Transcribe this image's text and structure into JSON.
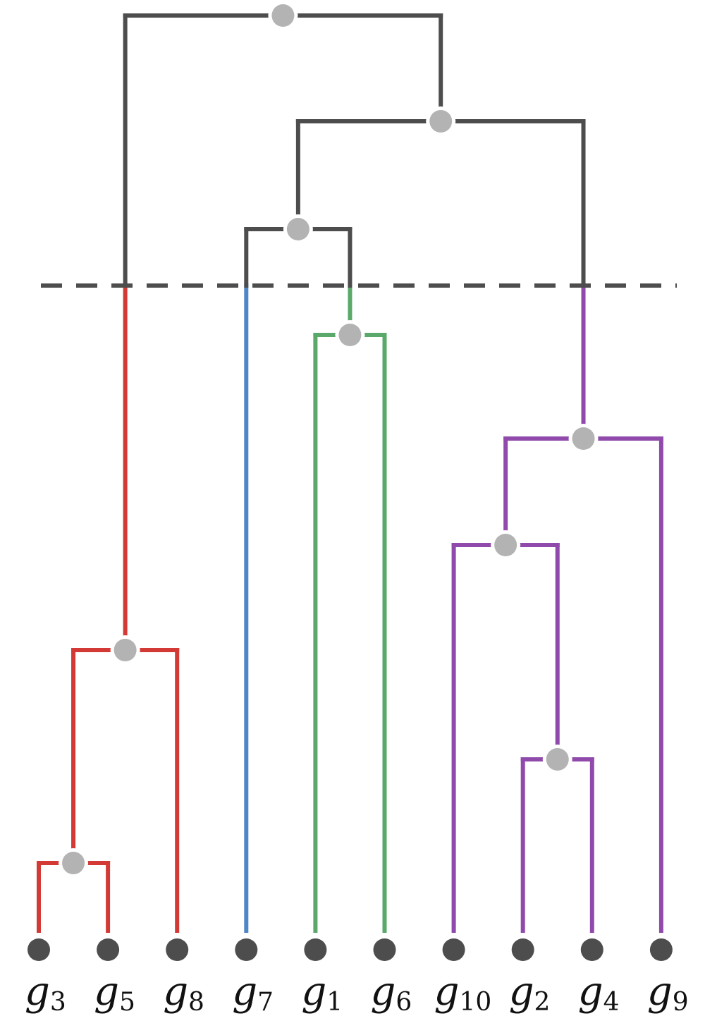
{
  "diagram": {
    "type": "dendrogram",
    "leaves": [
      {
        "id": "g3",
        "symbol": "g",
        "subscript": "3",
        "cluster": "red"
      },
      {
        "id": "g5",
        "symbol": "g",
        "subscript": "5",
        "cluster": "red"
      },
      {
        "id": "g8",
        "symbol": "g",
        "subscript": "8",
        "cluster": "red"
      },
      {
        "id": "g7",
        "symbol": "g",
        "subscript": "7",
        "cluster": "blue"
      },
      {
        "id": "g1",
        "symbol": "g",
        "subscript": "1",
        "cluster": "green"
      },
      {
        "id": "g6",
        "symbol": "g",
        "subscript": "6",
        "cluster": "green"
      },
      {
        "id": "g10",
        "symbol": "g",
        "subscript": "10",
        "cluster": "purple"
      },
      {
        "id": "g2",
        "symbol": "g",
        "subscript": "2",
        "cluster": "purple"
      },
      {
        "id": "g4",
        "symbol": "g",
        "subscript": "4",
        "cluster": "purple"
      },
      {
        "id": "g9",
        "symbol": "g",
        "subscript": "9",
        "cluster": "purple"
      }
    ],
    "merges": [
      {
        "id": "m35",
        "children": [
          "g3",
          "g5"
        ],
        "height": 1.0
      },
      {
        "id": "m24",
        "children": [
          "g2",
          "g4"
        ],
        "height": 3.0
      },
      {
        "id": "m358",
        "children": [
          "m35",
          "g8"
        ],
        "height": 5.0
      },
      {
        "id": "m1024",
        "children": [
          "g10",
          "m24"
        ],
        "height": 6.0
      },
      {
        "id": "m10249",
        "children": [
          "m1024",
          "g9"
        ],
        "height": 7.0
      },
      {
        "id": "m16",
        "children": [
          "g1",
          "g6"
        ],
        "height": 9.0
      },
      {
        "id": "m716",
        "children": [
          "g7",
          "m16"
        ],
        "height": 10.5
      },
      {
        "id": "m7169",
        "children": [
          "m716",
          "m10249"
        ],
        "height": 12.0
      },
      {
        "id": "root",
        "children": [
          "m358",
          "m7169"
        ],
        "height": 13.5
      }
    ],
    "cut_height": 10.0,
    "colors": {
      "red": "#d33a36",
      "blue": "#4f86c6",
      "green": "#5aa96a",
      "purple": "#904aab",
      "upper": "#4d4d4d",
      "node": "#b3b3b3",
      "leaf": "#4d4d4d",
      "cut": "#4d4d4d"
    }
  }
}
